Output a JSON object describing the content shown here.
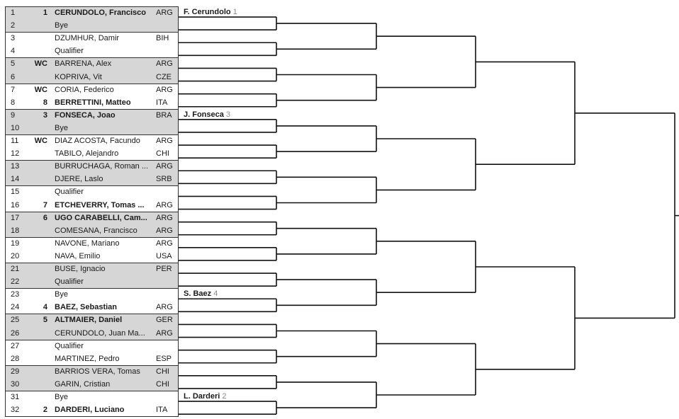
{
  "draw": {
    "entries": [
      {
        "pos": "1",
        "seed": "1",
        "name": "CERUNDOLO, Francisco",
        "nat": "ARG",
        "seeded": true
      },
      {
        "pos": "2",
        "seed": "",
        "name": "Bye",
        "nat": "",
        "seeded": false
      },
      {
        "pos": "3",
        "seed": "",
        "name": "DZUMHUR, Damir",
        "nat": "BIH",
        "seeded": false
      },
      {
        "pos": "4",
        "seed": "",
        "name": "Qualifier",
        "nat": "",
        "seeded": false
      },
      {
        "pos": "5",
        "seed": "WC",
        "name": "BARRENA, Alex",
        "nat": "ARG",
        "seeded": false
      },
      {
        "pos": "6",
        "seed": "",
        "name": "KOPRIVA, Vit",
        "nat": "CZE",
        "seeded": false
      },
      {
        "pos": "7",
        "seed": "WC",
        "name": "CORIA, Federico",
        "nat": "ARG",
        "seeded": false
      },
      {
        "pos": "8",
        "seed": "8",
        "name": "BERRETTINI, Matteo",
        "nat": "ITA",
        "seeded": true
      },
      {
        "pos": "9",
        "seed": "3",
        "name": "FONSECA, Joao",
        "nat": "BRA",
        "seeded": true
      },
      {
        "pos": "10",
        "seed": "",
        "name": "Bye",
        "nat": "",
        "seeded": false
      },
      {
        "pos": "11",
        "seed": "WC",
        "name": "DIAZ ACOSTA, Facundo",
        "nat": "ARG",
        "seeded": false
      },
      {
        "pos": "12",
        "seed": "",
        "name": "TABILO, Alejandro",
        "nat": "CHI",
        "seeded": false
      },
      {
        "pos": "13",
        "seed": "",
        "name": "BURRUCHAGA, Roman ...",
        "nat": "ARG",
        "seeded": false
      },
      {
        "pos": "14",
        "seed": "",
        "name": "DJERE, Laslo",
        "nat": "SRB",
        "seeded": false
      },
      {
        "pos": "15",
        "seed": "",
        "name": "Qualifier",
        "nat": "",
        "seeded": false
      },
      {
        "pos": "16",
        "seed": "7",
        "name": "ETCHEVERRY, Tomas ...",
        "nat": "ARG",
        "seeded": true
      },
      {
        "pos": "17",
        "seed": "6",
        "name": "UGO CARABELLI, Cam...",
        "nat": "ARG",
        "seeded": true
      },
      {
        "pos": "18",
        "seed": "",
        "name": "COMESANA, Francisco",
        "nat": "ARG",
        "seeded": false
      },
      {
        "pos": "19",
        "seed": "",
        "name": "NAVONE, Mariano",
        "nat": "ARG",
        "seeded": false
      },
      {
        "pos": "20",
        "seed": "",
        "name": "NAVA, Emilio",
        "nat": "USA",
        "seeded": false
      },
      {
        "pos": "21",
        "seed": "",
        "name": "BUSE, Ignacio",
        "nat": "PER",
        "seeded": false
      },
      {
        "pos": "22",
        "seed": "",
        "name": "Qualifier",
        "nat": "",
        "seeded": false
      },
      {
        "pos": "23",
        "seed": "",
        "name": "Bye",
        "nat": "",
        "seeded": false
      },
      {
        "pos": "24",
        "seed": "4",
        "name": "BAEZ, Sebastian",
        "nat": "ARG",
        "seeded": true
      },
      {
        "pos": "25",
        "seed": "5",
        "name": "ALTMAIER, Daniel",
        "nat": "GER",
        "seeded": true
      },
      {
        "pos": "26",
        "seed": "",
        "name": "CERUNDOLO, Juan Ma...",
        "nat": "ARG",
        "seeded": false
      },
      {
        "pos": "27",
        "seed": "",
        "name": "Qualifier",
        "nat": "",
        "seeded": false
      },
      {
        "pos": "28",
        "seed": "",
        "name": "MARTINEZ, Pedro",
        "nat": "ESP",
        "seeded": false
      },
      {
        "pos": "29",
        "seed": "",
        "name": "BARRIOS VERA, Tomas",
        "nat": "CHI",
        "seeded": false
      },
      {
        "pos": "30",
        "seed": "",
        "name": "GARIN, Cristian",
        "nat": "CHI",
        "seeded": false
      },
      {
        "pos": "31",
        "seed": "",
        "name": "Bye",
        "nat": "",
        "seeded": false
      },
      {
        "pos": "32",
        "seed": "2",
        "name": "DARDERI, Luciano",
        "nat": "ITA",
        "seeded": true
      }
    ],
    "advanced": [
      {
        "slot": 0,
        "name": "F. Cerundolo",
        "seed": "1"
      },
      {
        "slot": 4,
        "name": "J. Fonseca",
        "seed": "3"
      },
      {
        "slot": 11,
        "name": "S. Baez",
        "seed": "4"
      },
      {
        "slot": 15,
        "name": "L. Darderi",
        "seed": "2"
      }
    ]
  }
}
